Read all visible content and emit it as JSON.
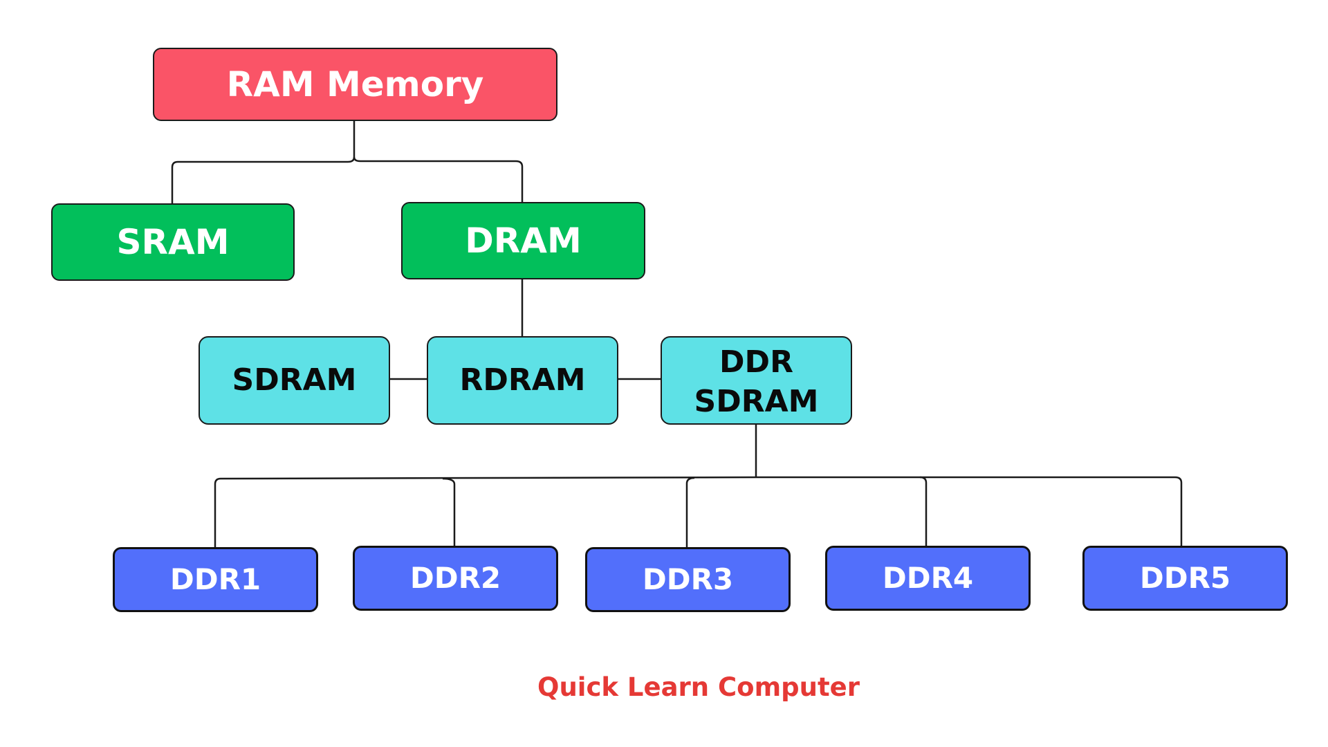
{
  "diagram": {
    "root": {
      "label": "RAM Memory"
    },
    "level1": {
      "sram": {
        "label": "SRAM"
      },
      "dram": {
        "label": "DRAM"
      }
    },
    "level2": {
      "sdram": {
        "label": "SDRAM"
      },
      "rdram": {
        "label": "RDRAM"
      },
      "ddr_sdram": {
        "label_line1": "DDR",
        "label_line2": "SDRAM"
      }
    },
    "level3": {
      "ddr1": {
        "label": "DDR1"
      },
      "ddr2": {
        "label": "DDR2"
      },
      "ddr3": {
        "label": "DDR3"
      },
      "ddr4": {
        "label": "DDR4"
      },
      "ddr5": {
        "label": "DDR5"
      }
    }
  },
  "footer": {
    "credit": "Quick Learn Computer"
  },
  "colors": {
    "root_fill": "#fa5467",
    "level1_fill": "#02bf5b",
    "level2_fill": "#5ee1e6",
    "level3_fill": "#526ffb",
    "credit_text": "#e53935",
    "outline": "#1a1a1a"
  }
}
